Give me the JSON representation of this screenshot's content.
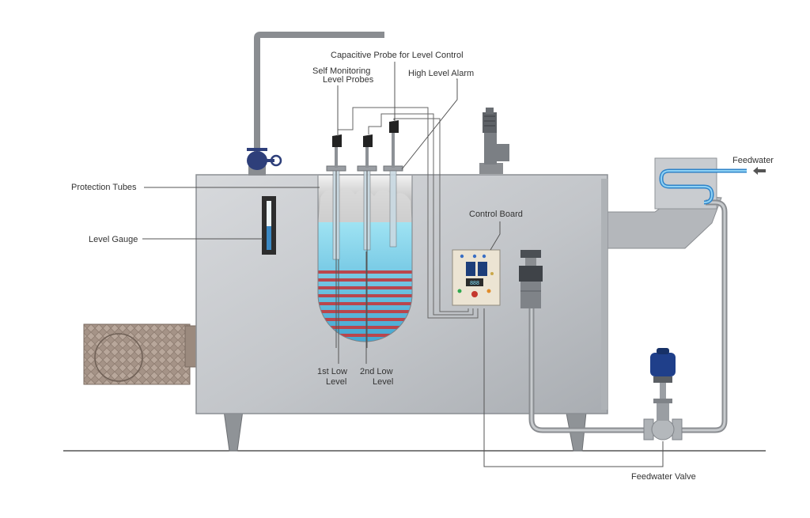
{
  "labels": {
    "capacitive_probe": "Capacitive Probe for Level Control",
    "self_monitoring_1": "Self Monitoring",
    "self_monitoring_2": "Level Probes",
    "high_level_alarm": "High Level Alarm",
    "protection_tubes": "Protection Tubes",
    "level_gauge": "Level Gauge",
    "control_board": "Control Board",
    "feedwater": "Feedwater",
    "first_low_1": "1st Low",
    "first_low_2": "Level",
    "second_low_1": "2nd Low",
    "second_low_2": "Level",
    "feedwater_valve": "Feedwater Valve"
  },
  "control_board_display": "888",
  "icons": {
    "feedwater_arrow": "arrow-left-icon",
    "safety_valve": "safety-valve-icon",
    "gate_valve": "gate-valve-icon",
    "control_valve": "control-valve-icon"
  },
  "colors": {
    "tank": "#c9cccf",
    "pipe": "#8a8d91",
    "water": "#7fd3ea",
    "heating_tube": "#b9464d",
    "steam_valve": "#2e3f7a",
    "actuator": "#1f3f8a"
  }
}
